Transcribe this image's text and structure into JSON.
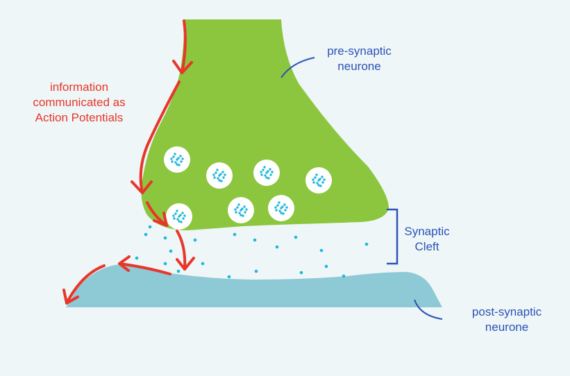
{
  "labels": {
    "information": [
      "information",
      "communicated as",
      "Action Potentials"
    ],
    "pre_synaptic": [
      "pre-synaptic",
      "neurone"
    ],
    "synaptic_cleft": [
      "Synaptic",
      "Cleft"
    ],
    "post_synaptic": [
      "post-synaptic",
      "neurone"
    ]
  },
  "colors": {
    "pre_synaptic_neurone": "#8cc63f",
    "post_synaptic_neurone": "#8ec9d6",
    "vesicle": "#ffffff",
    "neurotransmitter": "#1fb8dd",
    "action_potential_arrow": "#e8362a",
    "label_blue": "#2d52b8",
    "background": "#eef6f7"
  }
}
